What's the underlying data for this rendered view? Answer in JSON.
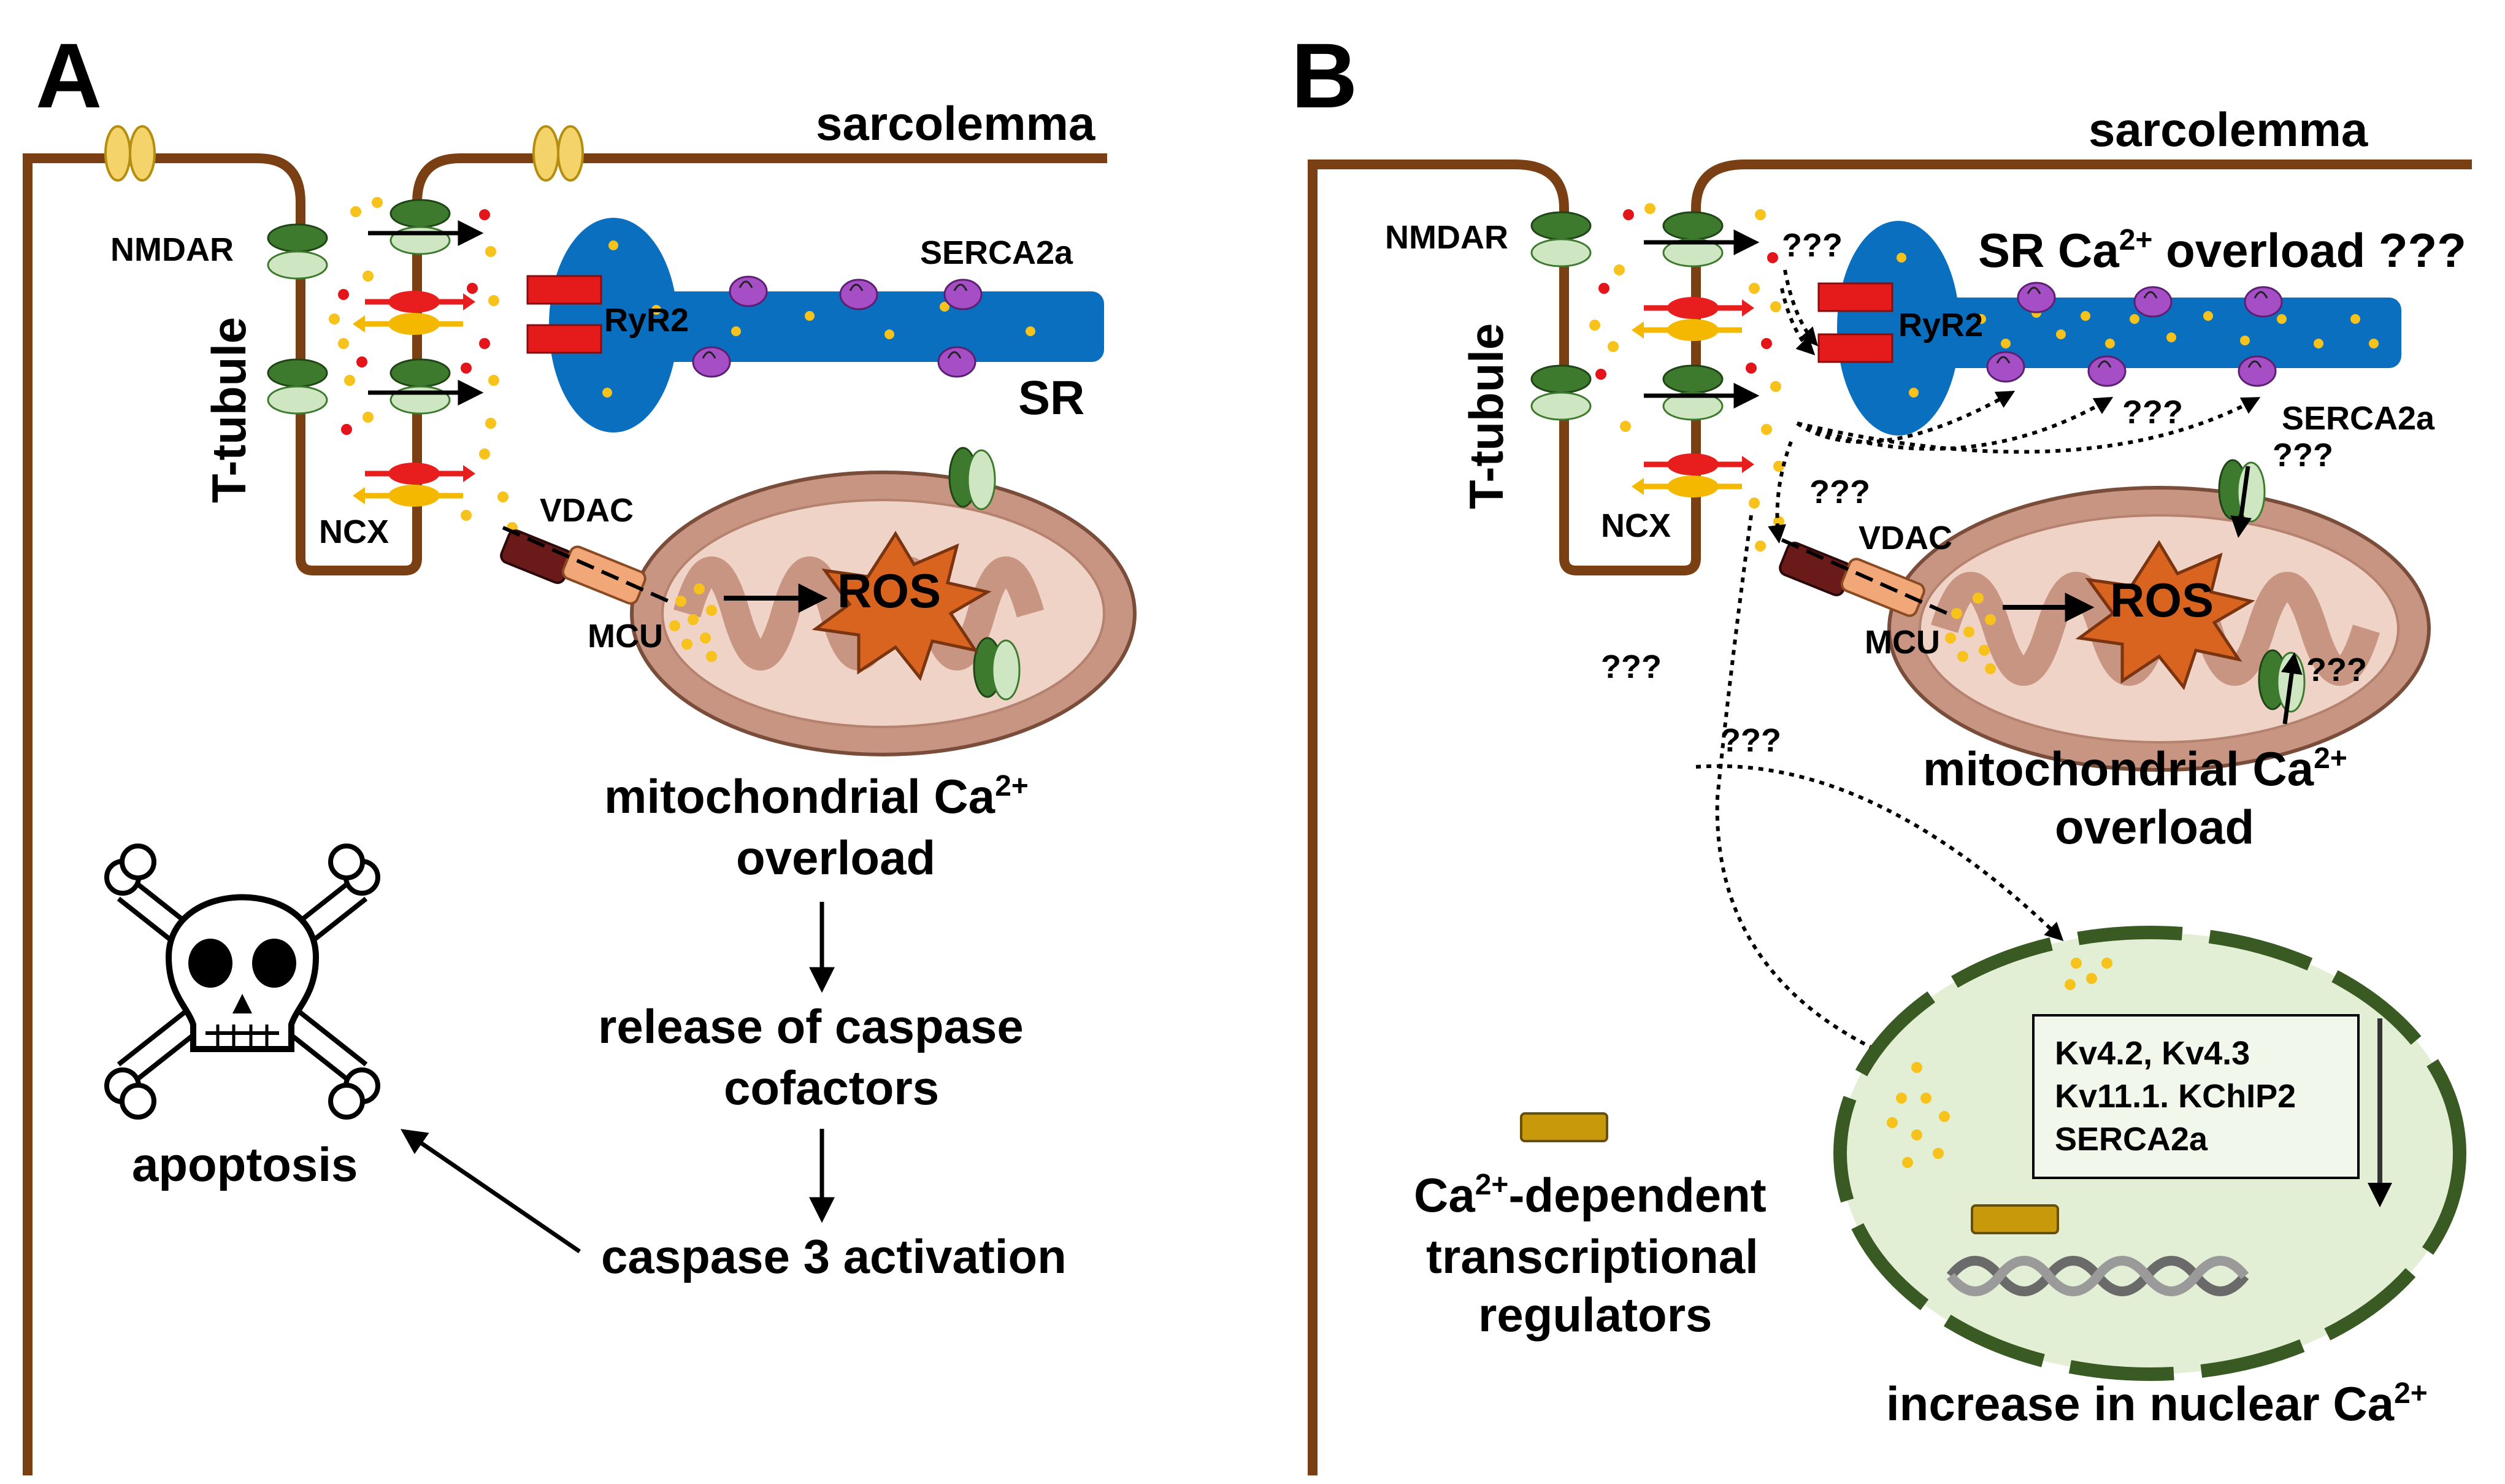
{
  "panel_a": {
    "letter": "A",
    "sarcolemma": "sarcolemma",
    "t_tubule": "T-tubule",
    "nmdar": "NMDAR",
    "ncx": "NCX",
    "ryr2": "RyR2",
    "serca2a": "SERCA2a",
    "sr": "SR",
    "vdac": "VDAC",
    "mcu": "MCU",
    "ros": "ROS",
    "mito_overload_line1": "mitochondrial Ca",
    "mito_overload_sup": "2+",
    "mito_overload_line2": "overload",
    "release_line1": "release of caspase",
    "release_line2": "cofactors",
    "caspase": "caspase 3 activation",
    "apoptosis": "apoptosis"
  },
  "panel_b": {
    "letter": "B",
    "sarcolemma": "sarcolemma",
    "t_tubule": "T-tubule",
    "nmdar": "NMDAR",
    "ncx": "NCX",
    "ryr2": "RyR2",
    "sr_overload_a": "SR Ca",
    "sr_overload_sup": "2+",
    "sr_overload_b": " overload ???",
    "serca2a": "SERCA2a",
    "vdac": "VDAC",
    "mcu": "MCU",
    "ros": "ROS",
    "unknown": "???",
    "mito_overload_line1": "mitochondrial Ca",
    "mito_overload_sup": "2+",
    "mito_overload_line2": "overload",
    "regulators_line1a": "Ca",
    "regulators_sup": "2+",
    "regulators_line1b": "-dependent",
    "regulators_line2": "transcriptional",
    "regulators_line3": "regulators",
    "genes": [
      "Kv4.2, Kv4.3",
      "Kv11.1. KChIP2",
      "SERCA2a"
    ],
    "nuclear_a": "increase in nuclear Ca",
    "nuclear_sup": "2+"
  },
  "colors": {
    "membrane": "#7a3f12",
    "sr_blue": "#0b6fc0",
    "receptor_dark": "#3d7a2e",
    "receptor_light": "#cfe6c2",
    "ncx_red": "#e81e1e",
    "ncx_yellow": "#f5b800",
    "ca_dot": "#f7c21b",
    "na_dot": "#e3141a",
    "serca_purple": "#a54ec6",
    "ros_orange": "#d9641f",
    "mito_outer": "#c99583",
    "mito_inner": "#efd3c6",
    "nucleus_fill": "#e2efd4",
    "nucleus_border": "#3a5a24",
    "regulator_gold": "#c9990c"
  }
}
